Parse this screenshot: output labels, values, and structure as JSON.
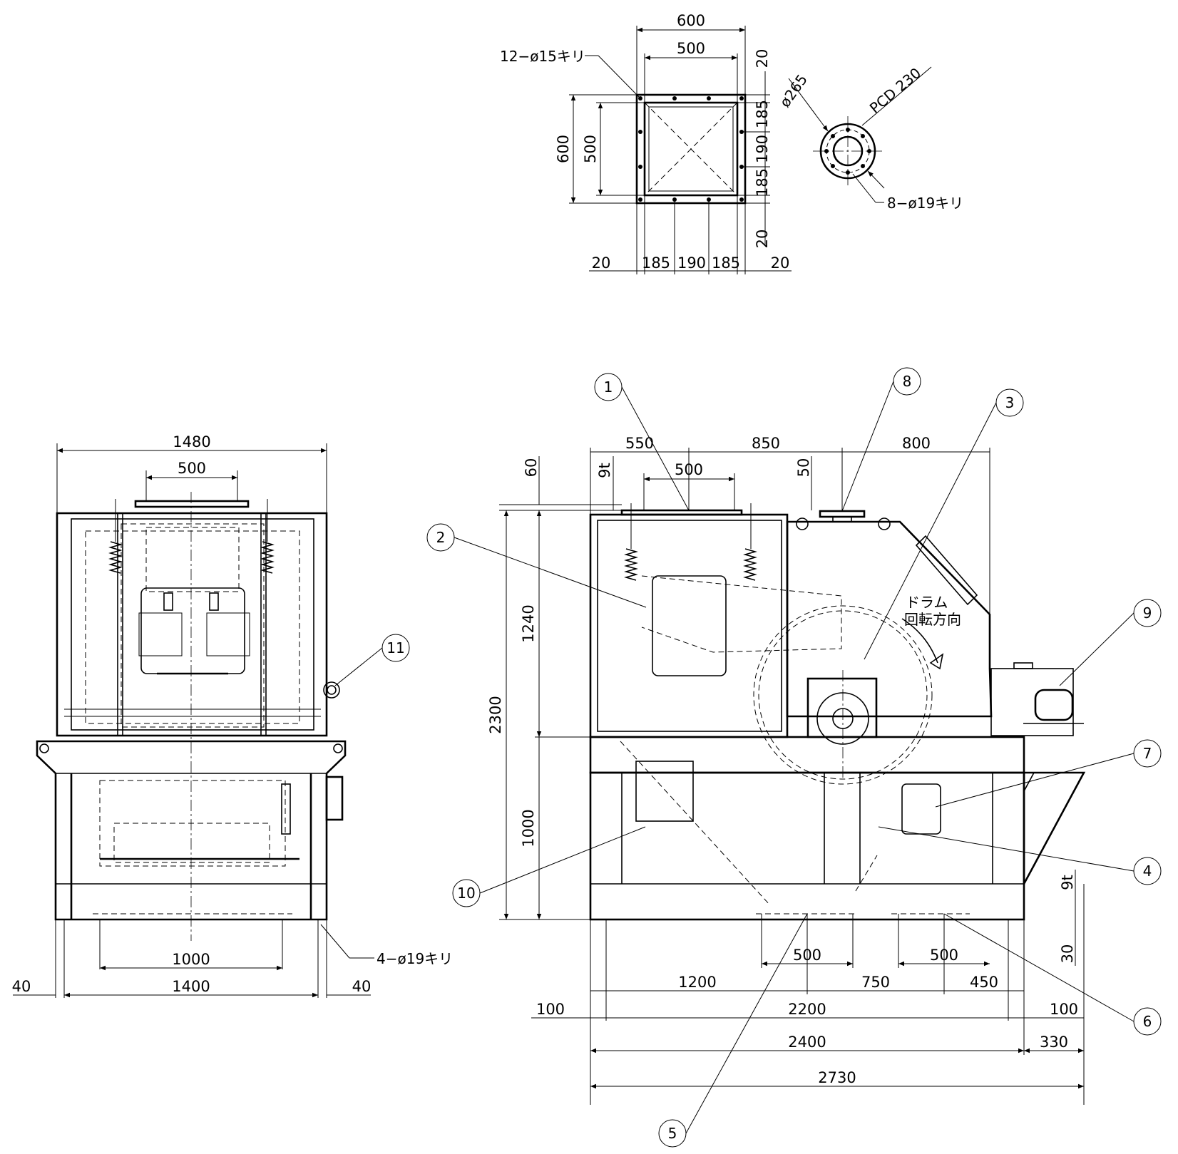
{
  "flange_square": {
    "outer_width": "600",
    "inner_width": "500",
    "outer_height": "600",
    "inner_height": "500",
    "hole_note": "12−ø15キリ",
    "right_20_top": "20",
    "right_185_a": "185",
    "right_190": "190",
    "right_185_b": "185",
    "right_20_bottom": "20",
    "bottom_20_left": "20",
    "bottom_185_a": "185",
    "bottom_190": "190",
    "bottom_185_b": "185",
    "bottom_20_right": "20"
  },
  "flange_round": {
    "diameter": "ø265",
    "pcd": "PCD 230",
    "hole_note": "8−ø19キリ"
  },
  "side_view": {
    "width_total": "1480",
    "width_top": "500",
    "base_1000": "1000",
    "base_1400": "1400",
    "offset_left": "40",
    "offset_right": "40",
    "hole_note": "4−ø19キリ"
  },
  "front_view": {
    "top_550": "550",
    "top_850": "850",
    "top_800": "800",
    "top_500": "500",
    "v_60": "60",
    "v_9t_top": "9t",
    "v_50": "50",
    "v_1240": "1240",
    "v_2300": "2300",
    "v_1000": "1000",
    "v_9t_bottom": "9t",
    "v_30": "30",
    "rotation_line1": "ドラム",
    "rotation_line2": "回転方向",
    "b_500_a": "500",
    "b_500_b": "500",
    "b_1200": "1200",
    "b_750": "750",
    "b_450": "450",
    "b_100_left": "100",
    "b_2200": "2200",
    "b_100_right": "100",
    "b_2400": "2400",
    "b_330": "330",
    "b_2730": "2730"
  },
  "balloons": [
    "1",
    "2",
    "3",
    "4",
    "5",
    "6",
    "7",
    "8",
    "9",
    "10",
    "11"
  ]
}
